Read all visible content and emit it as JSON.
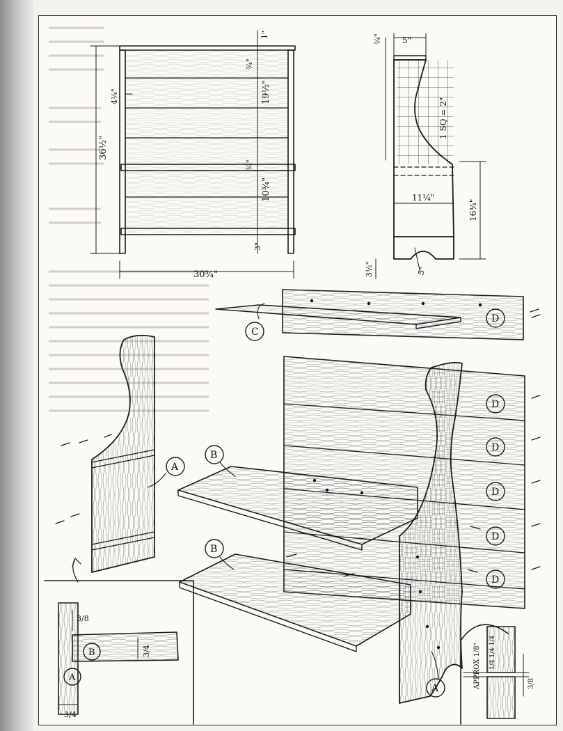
{
  "front_view": {
    "height_dim": "36½\"",
    "width_dim": "30¾\"",
    "shelf_spacing_upper": "19½\"",
    "shelf_spacing_lower": "10¾\"",
    "board_thickness": "¾\"",
    "top_overhang": "1\"",
    "base_height": "3\"",
    "board_width": "4¼\""
  },
  "side_view": {
    "depth_top": "5\"",
    "top_thickness": "¾\"",
    "grid_scale": "1 SQ = 2\"",
    "shelf_depth": "11¼\"",
    "lower_height": "16¾\"",
    "foot_height": "3½\"",
    "foot_arc": "5\""
  },
  "callouts": {
    "A": "A",
    "B": "B",
    "C": "C",
    "D": "D"
  },
  "joint_detail": {
    "dado_depth": "3/8",
    "stock_thickness": "3/4",
    "shelf_thickness": "3/4"
  },
  "back_detail": {
    "gap_note": "APPROX 1/8\"",
    "half_dims": "1/4 1/4 1/4",
    "lap": "3/8"
  }
}
